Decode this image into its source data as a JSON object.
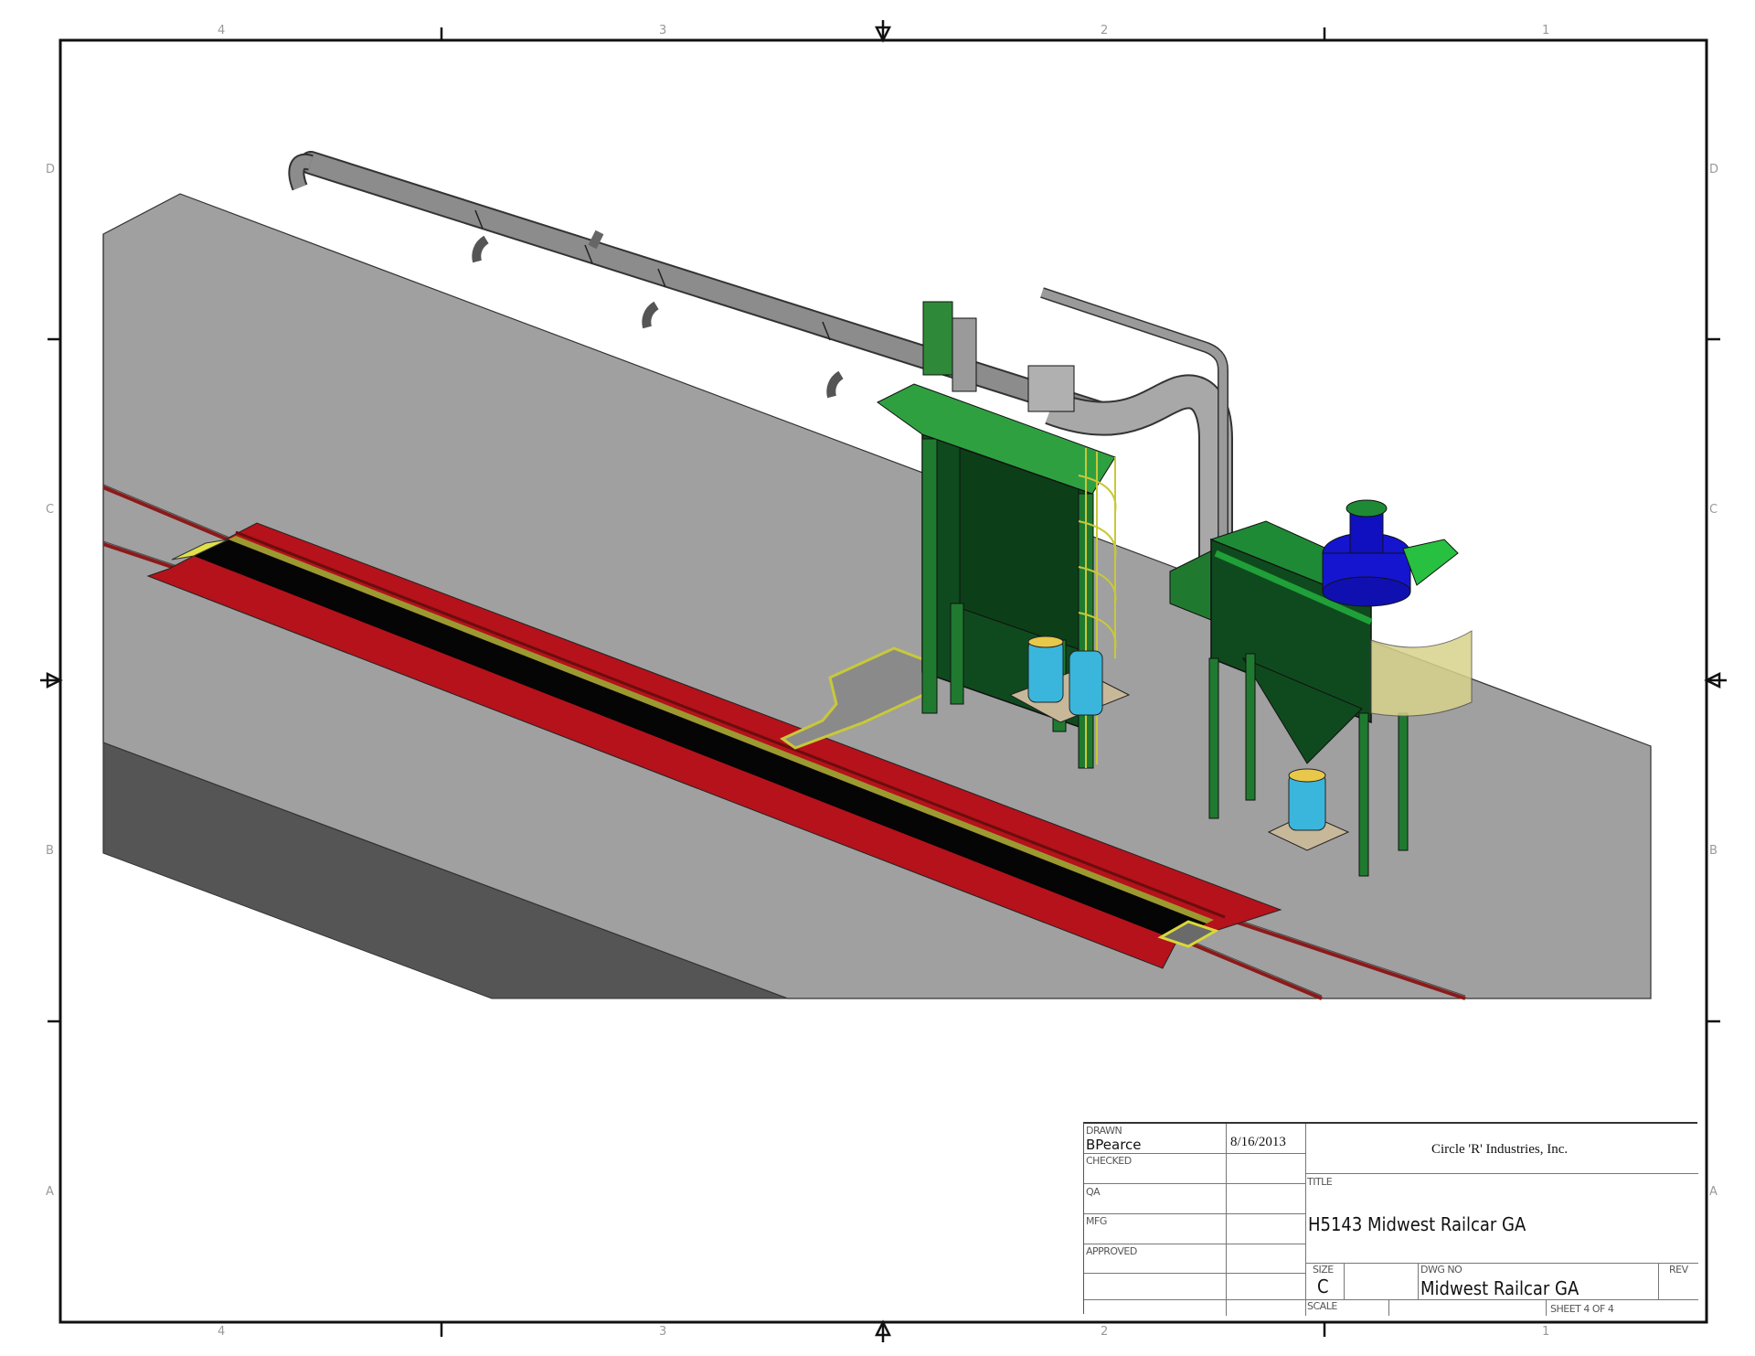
{
  "sheet": {
    "column_labels_top": [
      "4",
      "3",
      "2",
      "1"
    ],
    "column_labels_bottom": [
      "4",
      "3",
      "2",
      "1"
    ],
    "row_labels_left": [
      "D",
      "C",
      "B",
      "A"
    ],
    "row_labels_right": [
      "D",
      "C",
      "B",
      "A"
    ]
  },
  "model": {
    "description": "Isometric 3D CAD view of railcar pit with blast booth, dust collector and ductwork",
    "components": [
      {
        "name": "concrete-slab",
        "color": "#a0a0a0"
      },
      {
        "name": "slab-side",
        "color": "#555555"
      },
      {
        "name": "rail-pit-grating",
        "color": "#b5121b"
      },
      {
        "name": "pit-opening",
        "color": "#050505"
      },
      {
        "name": "pit-curb",
        "color": "#c8c83a"
      },
      {
        "name": "rails",
        "color": "#8b1a1a"
      },
      {
        "name": "overhead-duct",
        "color": "#8c8c8c"
      },
      {
        "name": "blast-booth",
        "color": "#1f6b2a"
      },
      {
        "name": "ladder-cage",
        "color": "#c8c83a"
      },
      {
        "name": "drums",
        "color": "#3ab6dc"
      },
      {
        "name": "dust-collector",
        "color": "#1f6b2a"
      },
      {
        "name": "collector-fan",
        "color": "#1515d0"
      },
      {
        "name": "spark-shield",
        "color": "#d8d28a"
      }
    ]
  },
  "title_block": {
    "drawn_label": "DRAWN",
    "drawn_by": "BPearce",
    "drawn_date": "8/16/2013",
    "checked_label": "CHECKED",
    "qa_label": "QA",
    "mfg_label": "MFG",
    "approved_label": "APPROVED",
    "company": "Circle 'R' Industries, Inc.",
    "title_label": "TITLE",
    "title": "H5143 Midwest Railcar GA",
    "size_label": "SIZE",
    "size": "C",
    "dwg_no_label": "DWG NO",
    "dwg_no": "Midwest Railcar GA",
    "rev_label": "REV",
    "scale_label": "SCALE",
    "sheet_text": "SHEET 4  OF 4"
  }
}
